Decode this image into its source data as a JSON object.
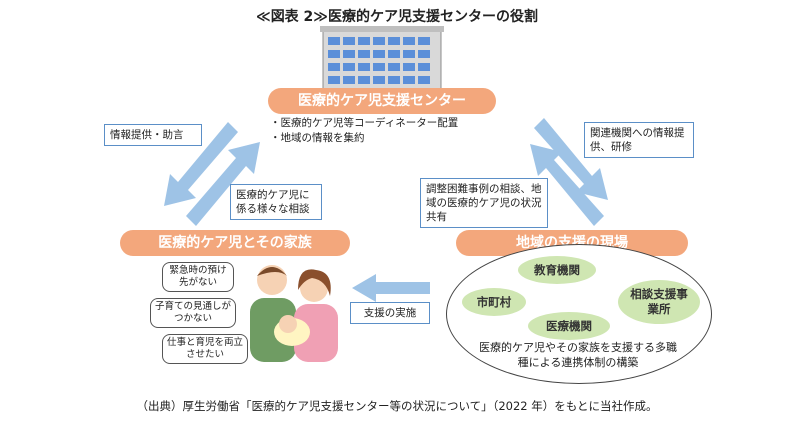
{
  "title": "≪図表 2≫医療的ケア児支援センターの役割",
  "center": {
    "label": "医療的ケア児支援センター",
    "bullets": [
      "・医療的ケア児等コーディネーター配置",
      "・地域の情報を集約"
    ]
  },
  "family": {
    "label": "医療的ケア児とその家族",
    "bubbles": [
      "緊急時の預け先がない",
      "子育ての見通しがつかない",
      "仕事と育児を両立させたい"
    ]
  },
  "field": {
    "label": "地域の支援の現場",
    "orgs": [
      "教育機関",
      "市町村",
      "相談支援事業所",
      "医療機関"
    ],
    "caption": "医療的ケア児やその家族を支援する多職種による連携体制の構築"
  },
  "arrows": {
    "center_to_family": "情報提供・助言",
    "family_to_center": "医療的ケア児に係る様々な相談",
    "field_to_center": "調整困難事例の相談、地域の医療的ケア児の状況共有",
    "center_to_field": "関連機関への情報提供、研修",
    "field_to_family": "支援の実施"
  },
  "source": "（出典）厚生労働省「医療的ケア児支援センター等の状況について」（2022 年）をもとに当社作成。"
}
